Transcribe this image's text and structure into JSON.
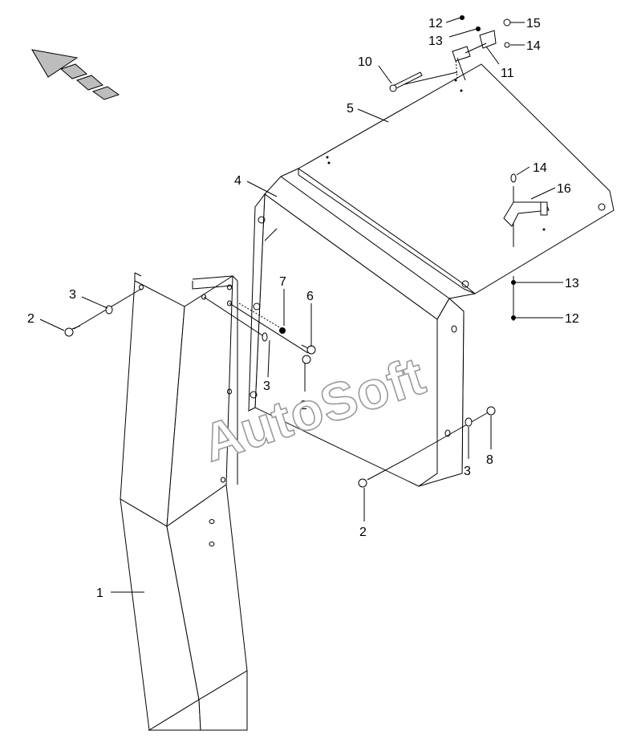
{
  "callouts": {
    "c1": "1",
    "c2a": "2",
    "c2b": "2",
    "c2c": "2",
    "c3a": "3",
    "c3b": "3",
    "c3c": "3",
    "c4": "4",
    "c5": "5",
    "c6": "6",
    "c7": "7",
    "c8": "8",
    "c10": "10",
    "c11": "11",
    "c12a": "12",
    "c12b": "12",
    "c13a": "13",
    "c13b": "13",
    "c14a": "14",
    "c14b": "14",
    "c15": "15",
    "c16": "16"
  },
  "watermark": "AutoSoft",
  "icons": {
    "direction": "forward-direction-arrow-icon"
  }
}
